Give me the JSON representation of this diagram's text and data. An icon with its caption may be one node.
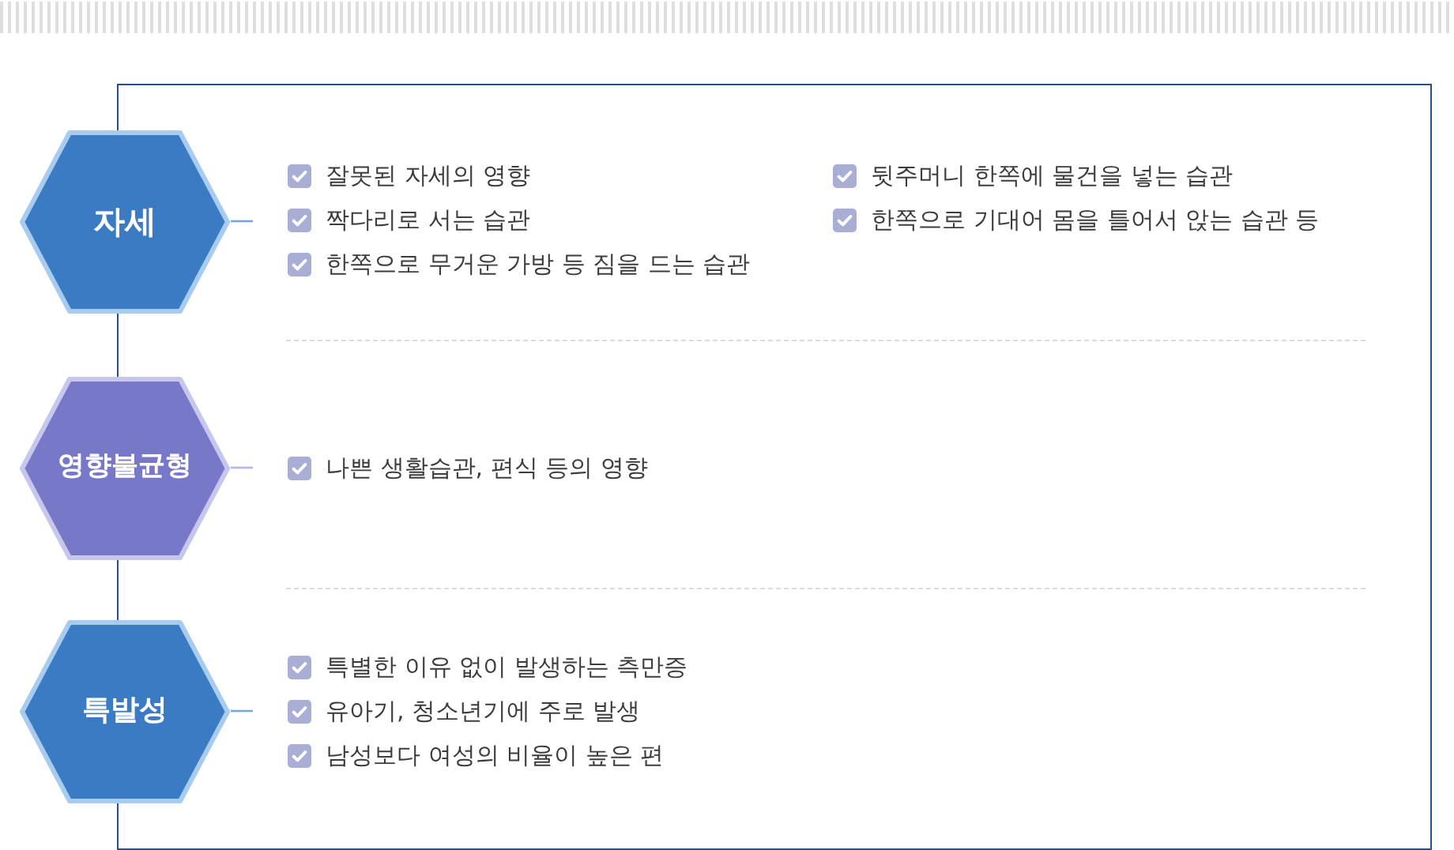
{
  "diagram": {
    "nodes": [
      {
        "text": [
          "자세"
        ]
      },
      {
        "text": [
          "영향불균형"
        ]
      },
      {
        "text": [
          "특발성"
        ]
      }
    ],
    "edges": [
      {
        "from": 0,
        "to": null,
        "arrow": "none"
      },
      {
        "from": 1,
        "to": null,
        "arrow": "none",
        "color": "#b4b4e8"
      },
      {
        "from": 2,
        "to": null,
        "arrow": "none"
      }
    ],
    "labels": [
      "잘못된 자세의 영향",
      "짝다리로 서는 습관",
      "한쪽으로 무거운 가방 등 짐을 드는 습관",
      "뒷주머니 한쪽에 물건을 넣는 습관",
      "한쪽으로 기대어 몸을 틀어서 앉는 습관 등",
      "나쁜 생활습관, 편식 등의 영향",
      "특별한 이유 없이 발생하는 측만증",
      "유아기, 청소년기에 주로 발생",
      "남성보다 여성의 비율이 높은 편"
    ]
  }
}
